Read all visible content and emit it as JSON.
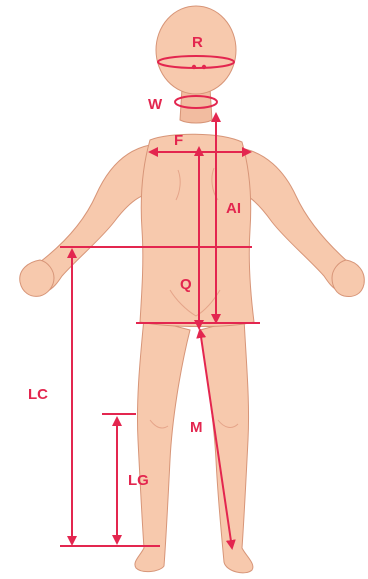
{
  "colors": {
    "background": "#ffffff",
    "skin_fill": "#f7c9ad",
    "skin_shade": "#eaa98b",
    "skin_outline": "#d79578",
    "measure": "#e3264f"
  },
  "labels": {
    "R": "R",
    "W": "W",
    "F": "F",
    "AI": "AI",
    "Q": "Q",
    "LC": "LC",
    "M": "M",
    "LG": "LG"
  }
}
